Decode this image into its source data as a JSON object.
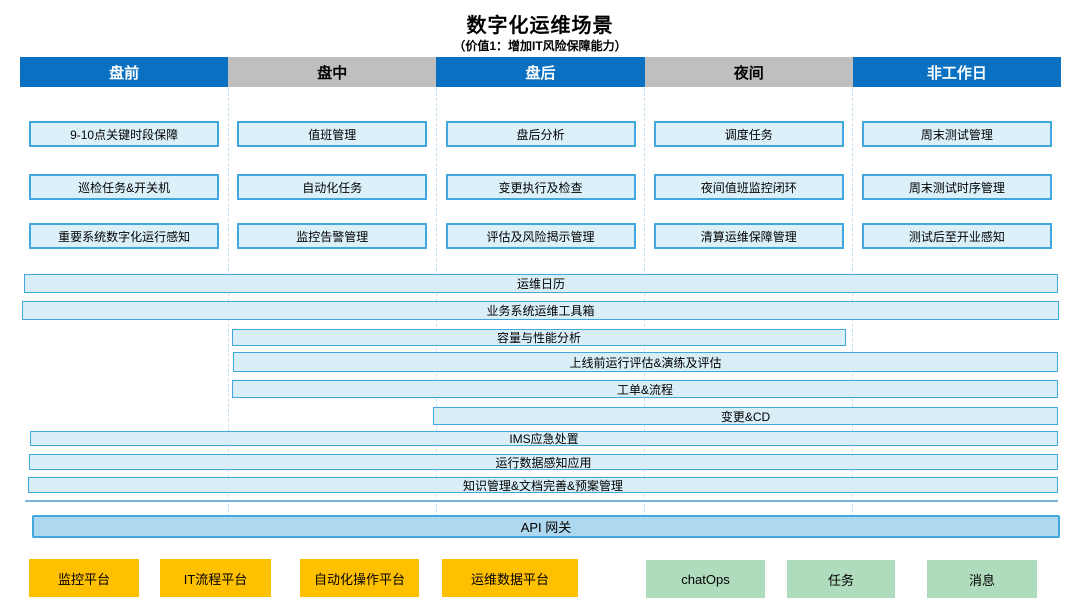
{
  "title": "数字化运维场景",
  "subtitle": "（价值1：增加IT风险保障能力）",
  "colors": {
    "header_blue": "#0a70c1",
    "header_gray": "#bfbfbf",
    "box_fill": "#dcf0fa",
    "box_border": "#41a7dc",
    "api_bar_fill": "#aed7f0",
    "platform_orange": "#ffc000",
    "channel_green": "#aedcbd",
    "column_separator": "#c5e0f2"
  },
  "columns": [
    {
      "label": "盘前",
      "style": "blue",
      "items": [
        "9-10点关键时段保障",
        "巡检任务&开关机",
        "重要系统数字化运行感知"
      ]
    },
    {
      "label": "盘中",
      "style": "gray",
      "items": [
        "值班管理",
        "自动化任务",
        "监控告警管理"
      ]
    },
    {
      "label": "盘后",
      "style": "blue",
      "items": [
        "盘后分析",
        "变更执行及检查",
        "评估及风险揭示管理"
      ]
    },
    {
      "label": "夜间",
      "style": "gray",
      "items": [
        "调度任务",
        "夜间值班监控闭环",
        "清算运维保障管理"
      ]
    },
    {
      "label": "非工作日",
      "style": "blue",
      "items": [
        "周末测试管理",
        "周末测试时序管理",
        "测试后至开业感知"
      ]
    }
  ],
  "bars": {
    "calendar": "运维日历",
    "toolbox": "业务系统运维工具箱",
    "capacity": "容量与性能分析",
    "preonline": "上线前运行评估&演练及评估",
    "ticket": "工单&流程",
    "change_cd": "变更&CD",
    "ims": "IMS应急处置",
    "data_sense": "运行数据感知应用",
    "knowledge": "知识管理&文档完善&预案管理",
    "api": "API 网关"
  },
  "platforms": [
    "监控平台",
    "IT流程平台",
    "自动化操作平台",
    "运维数据平台"
  ],
  "channels": [
    "chatOps",
    "任务",
    "消息"
  ]
}
